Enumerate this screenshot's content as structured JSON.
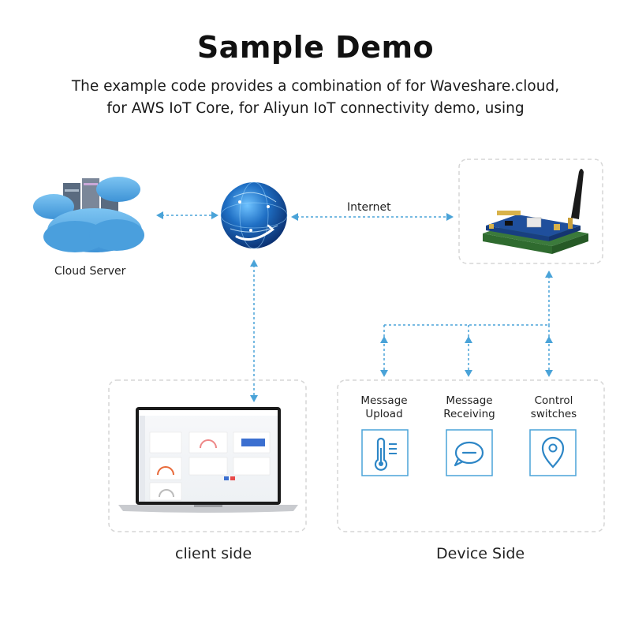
{
  "header": {
    "title": "Sample Demo",
    "subtitle_line1": "The example code provides a combination of for Waveshare.cloud,",
    "subtitle_line2": "for AWS IoT Core, for Aliyun IoT connectivity demo, using"
  },
  "nodes": {
    "cloud_server": "Cloud Server",
    "internet": "Internet",
    "client_side": "client side",
    "device_side": "Device Side"
  },
  "features": [
    {
      "line1": "Message",
      "line2": "Upload",
      "icon": "thermometer-icon"
    },
    {
      "line1": "Message",
      "line2": "Receiving",
      "icon": "chat-bubble-icon"
    },
    {
      "line1": "Control",
      "line2": "switches",
      "icon": "location-pin-icon"
    }
  ],
  "colors": {
    "accent": "#4aa3d8",
    "dashed_border": "#d6d6d6",
    "globe": "#1f5fa8"
  }
}
